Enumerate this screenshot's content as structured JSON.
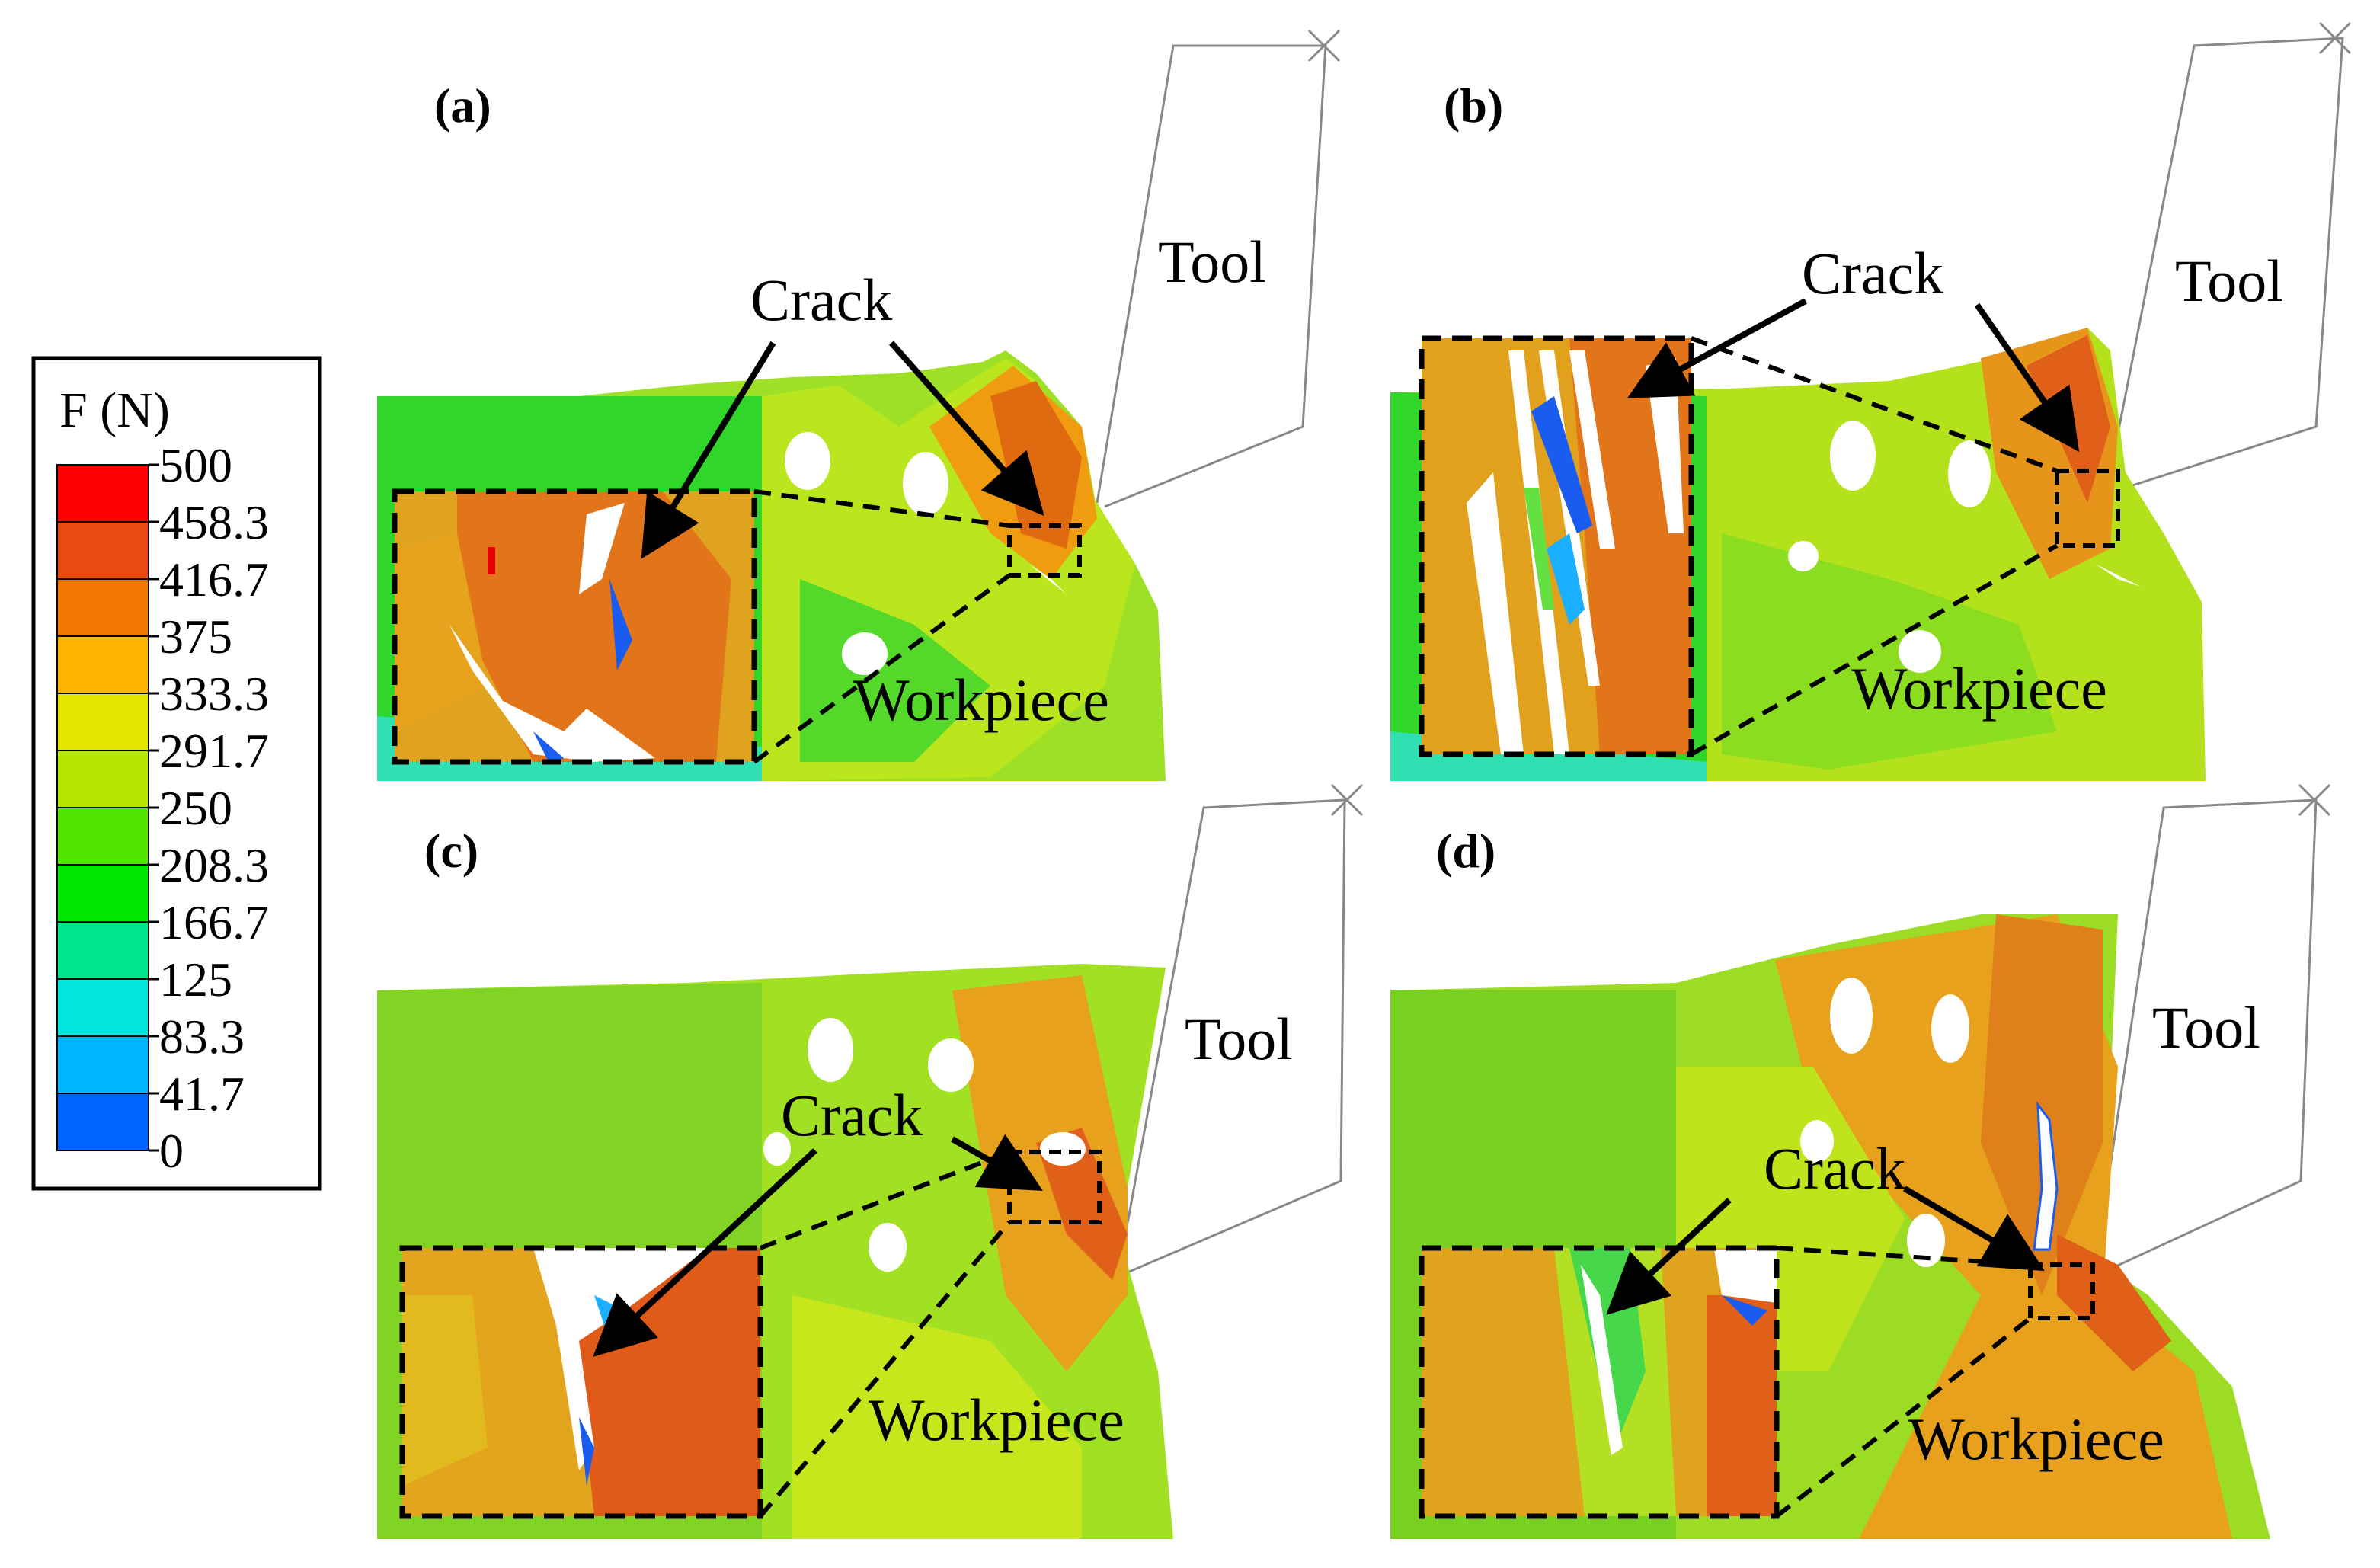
{
  "legend": {
    "title": "F (N)",
    "levels": [
      "500",
      "458.3",
      "416.7",
      "375",
      "333.3",
      "291.7",
      "250",
      "208.3",
      "166.7",
      "125",
      "83.3",
      "41.7",
      "0"
    ],
    "colors": [
      "#ff0000",
      "#e84c10",
      "#f07800",
      "#ffb400",
      "#e6e600",
      "#b4e600",
      "#50e600",
      "#00e600",
      "#00e68c",
      "#00e6dc",
      "#00b4ff",
      "#0064ff",
      "#0014ff"
    ]
  },
  "panels": [
    {
      "label": "(a)",
      "tool": "Tool",
      "crack": "Crack",
      "workpiece": "Workpiece"
    },
    {
      "label": "(b)",
      "tool": "Tool",
      "crack": "Crack",
      "workpiece": "Workpiece"
    },
    {
      "label": "(c)",
      "tool": "Tool",
      "crack": "Crack",
      "workpiece": "Workpiece"
    },
    {
      "label": "(d)",
      "tool": "Tool",
      "crack": "Crack",
      "workpiece": "Workpiece"
    }
  ]
}
